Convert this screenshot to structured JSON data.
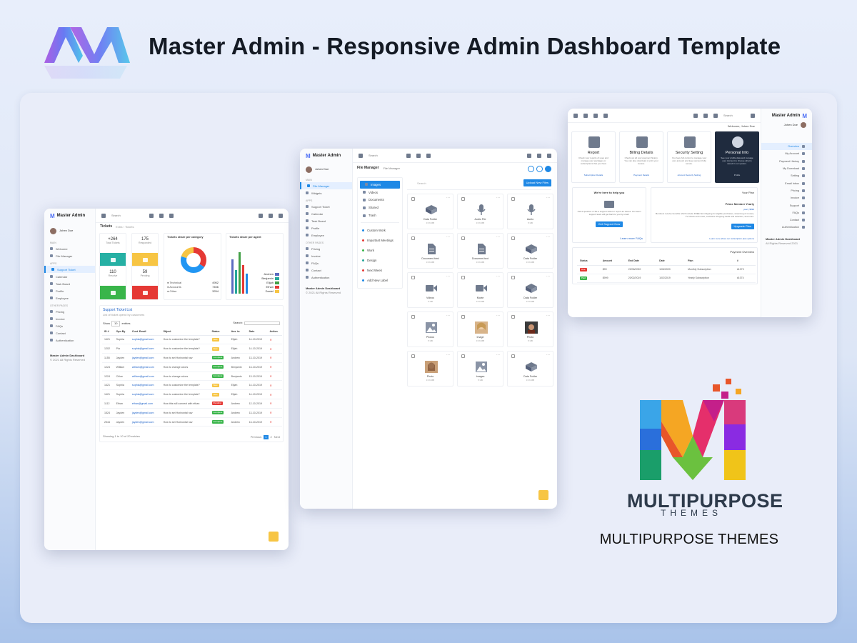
{
  "headline": "Master Admin - Responsive Admin Dashboard Template",
  "brand_block": {
    "wordmark": "MULTIPURPOSE",
    "sub": "THEMES",
    "caption": "MULTIPURPOSE THEMES"
  },
  "colors": {
    "accent": "#1e88e5",
    "teal": "#26b0a4",
    "yellow": "#f7c544",
    "green": "#39b54a",
    "red": "#e53935",
    "dark_card": "#1f2b3e"
  },
  "win1": {
    "brand": "Master Admin",
    "search": "Search",
    "user": "Johen Doe",
    "page_title": "Tickets",
    "breadcrumb": "Extra › Tickets",
    "nav_main": "MAIN",
    "nav": [
      "Welcome",
      "File Manager"
    ],
    "nav_apps": "APPS",
    "nav2": [
      "Support Ticket",
      "Calendar",
      "Task Board",
      "Profile",
      "Employee"
    ],
    "nav_other": "OTHER PAGES",
    "nav3": [
      "Pricing",
      "Invoice",
      "FAQs",
      "Contact",
      "Authentication"
    ],
    "footer1": "Master Admin Dashboard",
    "footer2": "© 2021 All Rights Reserved",
    "stats": [
      {
        "num": "+264",
        "label": "Total Tickets"
      },
      {
        "num": "175",
        "label": "Responded"
      },
      {
        "num": "110",
        "label": "Resolve"
      },
      {
        "num": "59",
        "label": "Pending"
      }
    ],
    "donut_title": "Tickets share per category",
    "donut_legend": [
      {
        "label": "Technical",
        "value": "4952"
      },
      {
        "label": "Accounts",
        "value": "7456"
      },
      {
        "label": "Other",
        "value": "3254"
      }
    ],
    "bars_title": "Tickets share per agent",
    "bars_legend": [
      "Andrew",
      "Benjamin",
      "Elijah",
      "Ethan",
      "Daniel"
    ],
    "list_title": "Support Ticket List",
    "list_sub": "List of ticket opend by customers",
    "show": "Show",
    "entries": "entries",
    "entries_val": "10",
    "search_label": "Search:",
    "columns": [
      "ID #",
      "Opn By",
      "Cust. Email",
      "Sbject",
      "Status",
      "Ass. to",
      "Date",
      "Action"
    ],
    "rows": [
      [
        "1421",
        "Sophia",
        "sophia@gmail.com",
        "How to customize the template?",
        "New",
        "Elijah",
        "14-10-2019"
      ],
      [
        "1202",
        "Pia",
        "sophia@gmail.com",
        "How to customize the template?",
        "New",
        "Elijah",
        "14-10-2019"
      ],
      [
        "1155",
        "Jayden",
        "jayden@gmail.com",
        "How to set Horizontal nav",
        "Complete",
        "Andrew",
        "13-10-2019"
      ],
      [
        "1224",
        "William",
        "william@gmail.com",
        "How to change colors",
        "Complete",
        "Benjamin",
        "13-10-2019"
      ],
      [
        "1224",
        "Chloe",
        "william@gmail.com",
        "How to change colors",
        "Complete",
        "Benjamin",
        "13-10-2019"
      ],
      [
        "1421",
        "Sophia",
        "sophia@gmail.com",
        "How to customize the template?",
        "New",
        "Elijah",
        "14-10-2019"
      ],
      [
        "1421",
        "Sophia",
        "sophia@gmail.com",
        "How to customize the template?",
        "New",
        "Elijah",
        "14-10-2019"
      ],
      [
        "1112",
        "Ethan",
        "ethan@gmail.com",
        "How this will connect with ethan",
        "Pending",
        "Andrew",
        "12-10-2019"
      ],
      [
        "1524",
        "Jayden",
        "jayden@gmail.com",
        "How to set Horizontal nav",
        "Complete",
        "Andrew",
        "13-10-2019"
      ],
      [
        "2544",
        "Jayden",
        "jayden@gmail.com",
        "How to set Horizontal nav",
        "Complete",
        "Andrew",
        "13-10-2019"
      ]
    ],
    "showing": "Showing 1 to 10 of 20 entries",
    "pager": [
      "Previous",
      "1",
      "2",
      "Next"
    ]
  },
  "win2": {
    "brand": "Master Admin",
    "search": "Search",
    "user": "Johen Doe",
    "page_title": "File Manager",
    "breadcrumb": "File Manager",
    "nav_main": "MAIN",
    "nav": [
      "File Manager",
      "Widgets"
    ],
    "nav_apps": "APPS",
    "nav2": [
      "Support Ticket",
      "Calendar",
      "Task Board",
      "Profile",
      "Employee"
    ],
    "nav_other": "OTHER PAGES",
    "nav3": [
      "Pricing",
      "Invoice",
      "FAQs",
      "Contact",
      "Authentication"
    ],
    "footer1": "Master Admin Dashboard",
    "footer2": "© 2021 All Rights Reserved",
    "folders": [
      "Images",
      "Videos",
      "Documents",
      "Shared",
      "Trash"
    ],
    "labels": [
      "Custom Work",
      "Important Meetings",
      "Work",
      "Design",
      "Next Week",
      "Add New Label"
    ],
    "search_files": "Search",
    "upload": "Upload New Files",
    "tiles": [
      {
        "name": "Data Folder",
        "size": "15.6 MB",
        "type": "folder"
      },
      {
        "name": "Audio File",
        "size": "15.6 MB",
        "type": "mic"
      },
      {
        "name": "Audio",
        "size": "5 GB",
        "type": "mic"
      },
      {
        "name": "Document.html",
        "size": "15.6 MB",
        "type": "doc"
      },
      {
        "name": "Document.text",
        "size": "15.6 MB",
        "type": "doc"
      },
      {
        "name": "Data Folder",
        "size": "15.6 MB",
        "type": "folder"
      },
      {
        "name": "Videos",
        "size": "5 GB",
        "type": "video"
      },
      {
        "name": "Movie",
        "size": "15.6 MB",
        "type": "video"
      },
      {
        "name": "Data Folder",
        "size": "15.6 MB",
        "type": "folder"
      },
      {
        "name": "Photos",
        "size": "5 GB",
        "type": "image"
      },
      {
        "name": "Image",
        "size": "15.6 MB",
        "type": "photo1"
      },
      {
        "name": "Photo",
        "size": "5 GB",
        "type": "photo2"
      },
      {
        "name": "Photo",
        "size": "15.6 MB",
        "type": "photo3"
      },
      {
        "name": "Images",
        "size": "5 GB",
        "type": "image"
      },
      {
        "name": "Data Folder",
        "size": "15.6 MB",
        "type": "folder"
      }
    ]
  },
  "win3": {
    "brand": "Master Admin",
    "search": "Search",
    "welcome": "Welcome, Johen Doe",
    "user": "Johen Doe",
    "cards": [
      {
        "title": "Report",
        "desc": "Check your reports of uses and manage your packages or subscriptions that you have",
        "link": "Subscription Details"
      },
      {
        "title": "Billing Details",
        "desc": "Check out all your payment history. You can also download or print your invoice.",
        "link": "Payment Details"
      },
      {
        "title": "Security Setting",
        "desc": "You have full control to manage your own account and keep account fully secure.",
        "link": "Account Security Setting"
      },
      {
        "title": "Personal Info",
        "desc": "See your profile data and manage your Account to choose what is saved in our system.",
        "link": "Profile"
      }
    ],
    "help_title": "We're here to help you",
    "help_desc": "Ask a question or file a support ticket or report an issues. Our team support team will get back to you by email.",
    "help_btn": "Get Support Now",
    "help_link": "Learn more FAQs",
    "plan_title": "Your Plan",
    "plan_name": "Prime Member Yearly",
    "plan_price": "year | $599",
    "plan_desc": "Members receive benefits which include FREE fast shipping for eligible purchases, streaming of movies, TV shows and music, exclusive shopping deals and selection, and more.",
    "plan_btn": "Upgrade Plan",
    "plan_link": "Learn more about our subscription plan options",
    "pay_title": "Payment Overview",
    "pay_cols": [
      "Status",
      "Amount",
      "End Date",
      "Date",
      "Plan",
      "#"
    ],
    "pay_rows": [
      [
        "Due",
        "$99",
        "20/06/2020",
        "1/06/2020",
        "Monthly Subscription",
        "#1073"
      ],
      [
        "Paid",
        "$999",
        "20/02/2019",
        "1/02/2019",
        "Yearly Subscription",
        "#1074"
      ]
    ],
    "nav": [
      "Overview",
      "My Account",
      "Payment History",
      "My Download",
      "Setting",
      "Email Inbox",
      "Pricing",
      "Invoice",
      "Support",
      "FAQs",
      "Contact",
      "Authentication"
    ],
    "footer1": "Master Admin Dashboard",
    "footer2": "All Rights Reserved 2021"
  }
}
